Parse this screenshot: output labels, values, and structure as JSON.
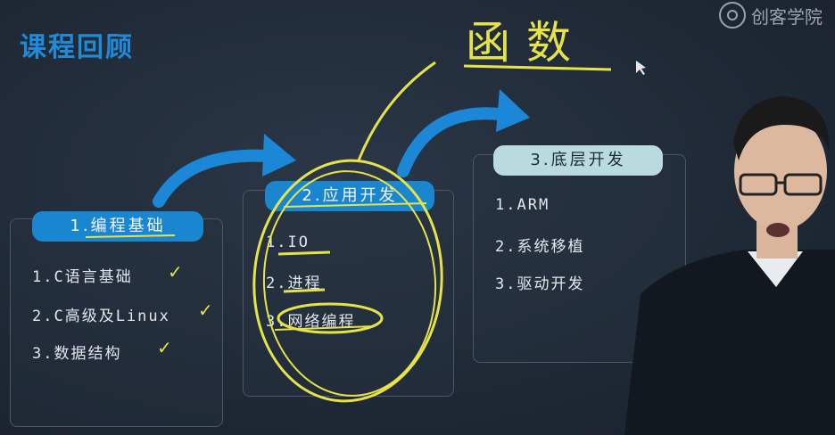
{
  "title": "课程回顾",
  "logo": {
    "text": "创客学院",
    "icon": "logo-icon"
  },
  "handwriting": {
    "note": "函数"
  },
  "panels": [
    {
      "header": "1.编程基础",
      "items": [
        "1.C语言基础",
        "2.C高级及Linux",
        "3.数据结构"
      ],
      "checks": [
        "✓",
        "✓",
        "✓"
      ]
    },
    {
      "header": "2.应用开发",
      "items": [
        "1.IO",
        "2.进程",
        "3.网络编程"
      ]
    },
    {
      "header": "3.底层开发",
      "items": [
        "1.ARM",
        "2.系统移植",
        "3.驱动开发"
      ]
    }
  ],
  "colors": {
    "background": "#202a36",
    "accent": "#1a86cf",
    "annotation": "#e6e24a",
    "header_right": "#b9dbe0"
  }
}
